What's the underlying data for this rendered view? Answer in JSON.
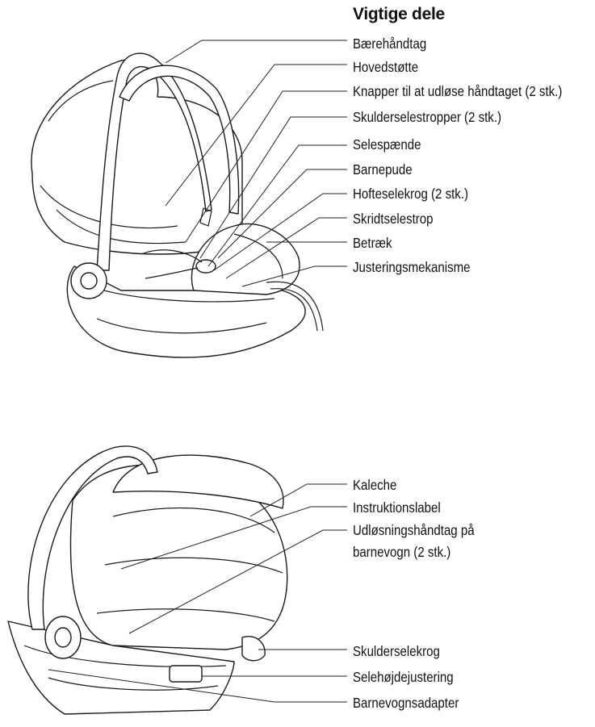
{
  "heading": "Vigtige dele",
  "top_labels": [
    "Bærehåndtag",
    "Hovedstøtte",
    "Knapper til at udløse håndtaget (2 stk.)",
    "Skulderselestropper (2 stk.)",
    "Selespænde",
    "Barnepude",
    "Hofteselekrog (2 stk.)",
    "Skridtselestrop",
    "Betræk",
    "Justeringsmekanisme"
  ],
  "bottom_labels": [
    "Kaleche",
    "Instruktionslabel",
    "Udløsningshåndtag på",
    "barnevogn (2 stk.)",
    "Skulderselekrog",
    "Selehøjdejustering",
    "Barnevognsadapter"
  ]
}
